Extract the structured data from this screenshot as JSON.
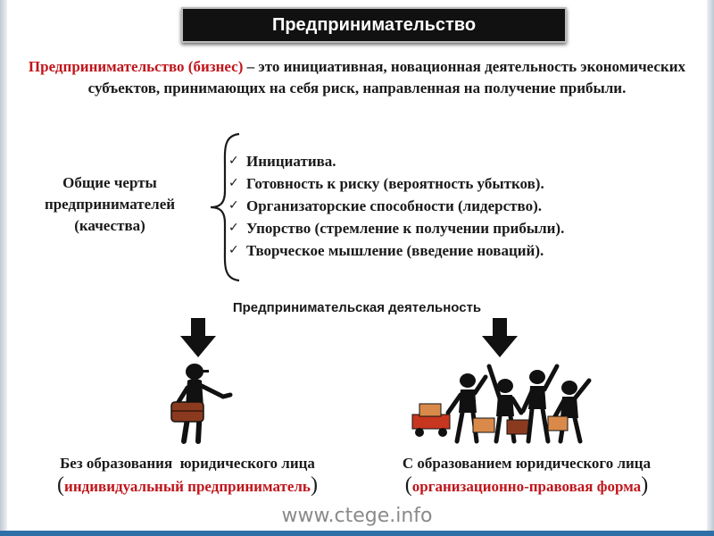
{
  "title": "Предпринимательство",
  "definition": {
    "term": "Предпринимательство (бизнес)",
    "rest": " – это инициативная, новационная деятельность экономических субъектов, принимающих на себя риск, направленная на получение прибыли."
  },
  "traits": {
    "label_line1": "Общие черты",
    "label_line2": "предпринимателей",
    "label_line3": "(качества)",
    "items": [
      "Инициатива.",
      "Готовность к риску (вероятность убытков).",
      "Организаторские способности (лидерство).",
      "Упорство (стремление к получении прибыли).",
      "Творческое мышление (введение новаций)."
    ]
  },
  "activity_label": "Предпринимательская деятельность",
  "left_caption": {
    "line1": "Без образования  юридического лица",
    "paren_open": "(",
    "red": "индивидуальный предприниматель",
    "paren_close": ")"
  },
  "right_caption": {
    "line1": "С образованием юридического лица",
    "paren_open": "(",
    "red": "организационно-правовая форма",
    "paren_close": ")"
  },
  "watermark": "www.ctege.info",
  "icons": {
    "check": "✓",
    "arrow": "arrow-down-icon",
    "brace": "curly-brace-icon"
  },
  "colors": {
    "accent_red": "#c0151b",
    "title_bg": "#111111"
  }
}
